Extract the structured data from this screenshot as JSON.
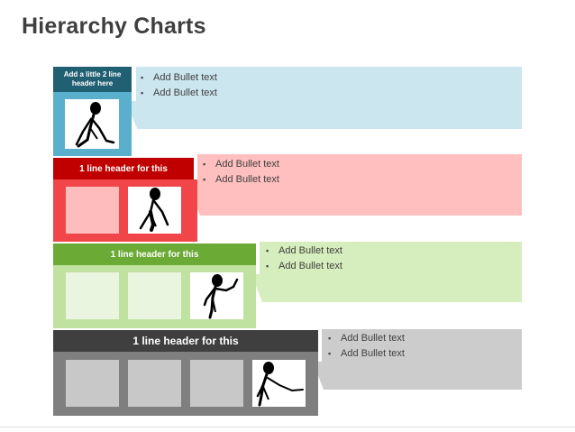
{
  "title": "Hierarchy Charts",
  "tiers": [
    {
      "header": "Add a little 2 line header here",
      "bullets": [
        "Add Bullet text",
        "Add Bullet text"
      ],
      "colors": {
        "header": "#215f73",
        "body": "#5aafcc",
        "callout": "#cce6ef",
        "placeholder": "#ffffff"
      }
    },
    {
      "header": "1 line header for this",
      "bullets": [
        "Add Bullet text",
        "Add Bullet text"
      ],
      "colors": {
        "header": "#c00000",
        "body": "#f0464a",
        "callout": "#ffbfbf",
        "placeholder": "#ffbcbc"
      }
    },
    {
      "header": "1 line header for this",
      "bullets": [
        "Add Bullet text",
        "Add Bullet text"
      ],
      "colors": {
        "header": "#6aaa35",
        "body": "#bfe2a0",
        "callout": "#d6edbd",
        "placeholder": "#eaf5df"
      }
    },
    {
      "header": "1 line header for this",
      "bullets": [
        "Add Bullet text",
        "Add Bullet text"
      ],
      "colors": {
        "header": "#3f3f3f",
        "body": "#7f7f7f",
        "callout": "#cccccc",
        "placeholder": "#c8c8c8"
      }
    }
  ]
}
